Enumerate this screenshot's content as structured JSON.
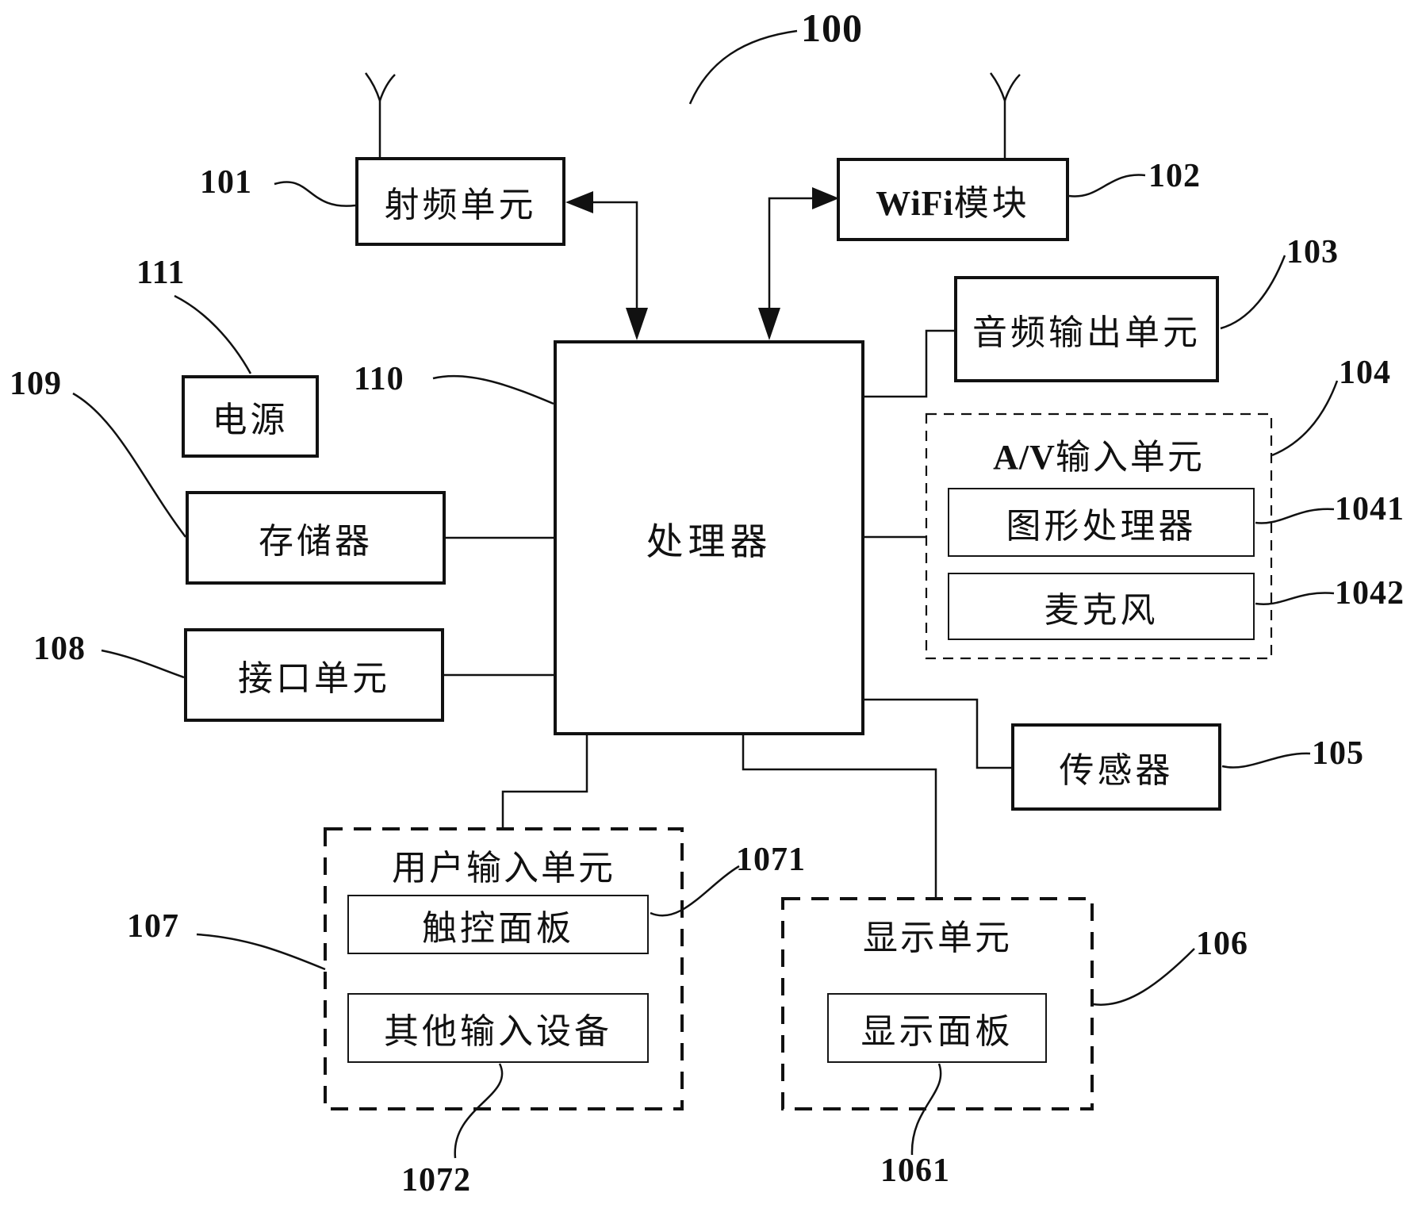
{
  "figure": {
    "ref_overall": "100",
    "blocks": {
      "rf": {
        "label": "射频单元",
        "ref": "101"
      },
      "wifi": {
        "label_latin": "WiFi",
        "label_cjk": "模块",
        "ref": "102"
      },
      "audio": {
        "label": "音频输出单元",
        "ref": "103"
      },
      "processor": {
        "label": "处理器",
        "ref": "110"
      },
      "power": {
        "label": "电源",
        "ref": "111"
      },
      "memory": {
        "label": "存储器",
        "ref": "109"
      },
      "interface": {
        "label": "接口单元",
        "ref": "108"
      },
      "sensor": {
        "label": "传感器",
        "ref": "105"
      },
      "av": {
        "title_latin": "A/V",
        "title_cjk": "输入单元",
        "ref": "104",
        "children": {
          "gpu": {
            "label": "图形处理器",
            "ref": "1041"
          },
          "mic": {
            "label": "麦克风",
            "ref": "1042"
          }
        }
      },
      "user_input": {
        "title": "用户输入单元",
        "ref": "107",
        "children": {
          "touch": {
            "label": "触控面板",
            "ref": "1071"
          },
          "other": {
            "label": "其他输入设备",
            "ref": "1072"
          }
        }
      },
      "display": {
        "title": "显示单元",
        "ref": "106",
        "children": {
          "panel": {
            "label": "显示面板",
            "ref": "1061"
          }
        }
      }
    },
    "colors": {
      "line": "#111111",
      "background": "#ffffff"
    }
  }
}
